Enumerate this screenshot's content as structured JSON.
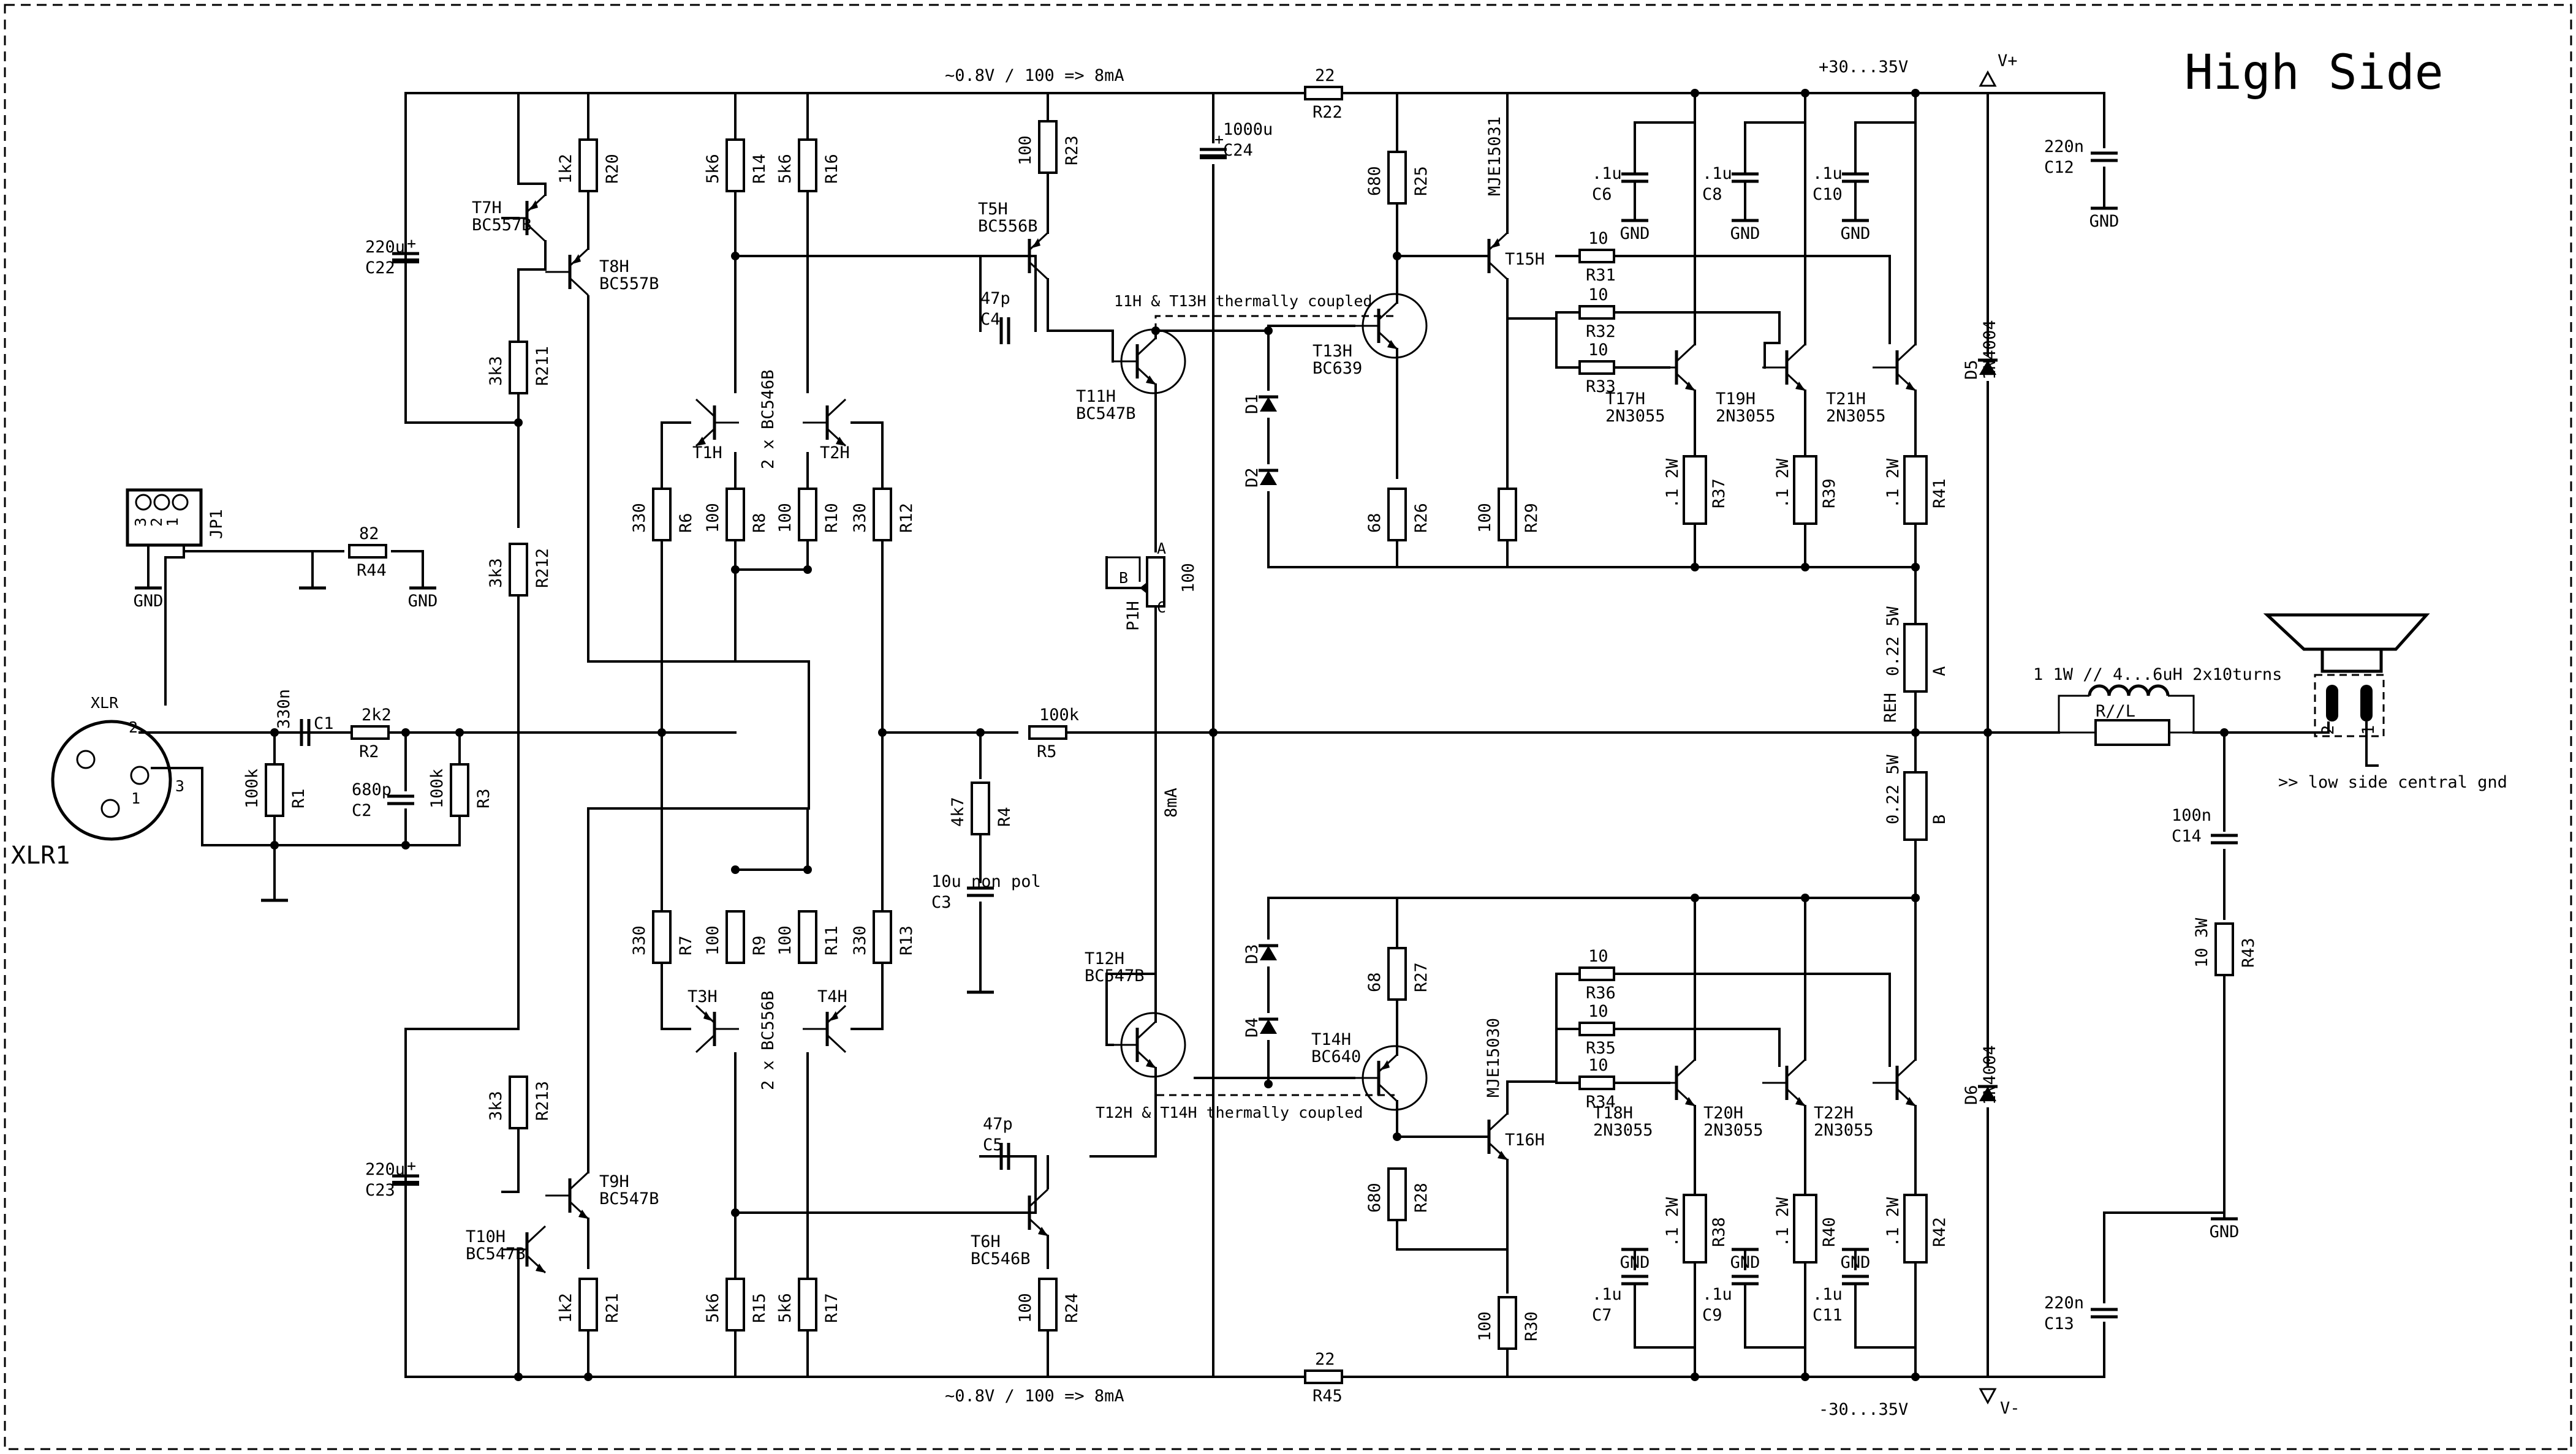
{
  "title": "High Side",
  "rails": {
    "vplus": "V+",
    "vminus": "V-",
    "vplus_value": "+30...35V",
    "vminus_value": "-30...35V",
    "top_current_note": "~0.8V / 100 => 8mA",
    "bottom_current_note": "~0.8V / 100 => 8mA"
  },
  "thermal_notes": {
    "top": "11H & T13H thermally coupled",
    "bottom": "T12H & T14H thermally coupled"
  },
  "current_label": "8mA",
  "output_note": ">> low side central gnd",
  "gnd": "GND",
  "connectors": {
    "xlr": {
      "ref": "XLR1",
      "label": "XLR",
      "pins": [
        "1",
        "2",
        "3"
      ]
    },
    "jp1": {
      "ref": "JP1",
      "pins": [
        "3",
        "2",
        "1"
      ]
    }
  },
  "speaker_pins": [
    "2",
    "1"
  ],
  "components": {
    "R1": {
      "ref": "R1",
      "value": "100k"
    },
    "R2": {
      "ref": "R2",
      "value": "2k2"
    },
    "R3": {
      "ref": "R3",
      "value": "100k"
    },
    "R4": {
      "ref": "R4",
      "value": "4k7"
    },
    "R5": {
      "ref": "R5",
      "value": "100k"
    },
    "R6": {
      "ref": "R6",
      "value": "330"
    },
    "R7": {
      "ref": "R7",
      "value": "330"
    },
    "R8": {
      "ref": "R8",
      "value": "100"
    },
    "R9": {
      "ref": "R9",
      "value": "100"
    },
    "R10": {
      "ref": "R10",
      "value": "100"
    },
    "R11": {
      "ref": "R11",
      "value": "100"
    },
    "R12": {
      "ref": "R12",
      "value": "330"
    },
    "R13": {
      "ref": "R13",
      "value": "330"
    },
    "R14": {
      "ref": "R14",
      "value": "5k6"
    },
    "R15": {
      "ref": "R15",
      "value": "5k6"
    },
    "R16": {
      "ref": "R16",
      "value": "5k6"
    },
    "R17": {
      "ref": "R17",
      "value": "5k6"
    },
    "R20": {
      "ref": "R20",
      "value": "1k2"
    },
    "R21": {
      "ref": "R21",
      "value": "1k2"
    },
    "R211": {
      "ref": "R211",
      "value": "3k3"
    },
    "R212": {
      "ref": "R212",
      "value": "3k3"
    },
    "R213": {
      "ref": "R213",
      "value": "3k3"
    },
    "R22": {
      "ref": "R22",
      "value": "22"
    },
    "R45": {
      "ref": "R45",
      "value": "22"
    },
    "R23": {
      "ref": "R23",
      "value": "100"
    },
    "R24": {
      "ref": "R24",
      "value": "100"
    },
    "R25": {
      "ref": "R25",
      "value": "680"
    },
    "R26": {
      "ref": "R26",
      "value": "68"
    },
    "R27": {
      "ref": "R27",
      "value": "68"
    },
    "R28": {
      "ref": "R28",
      "value": "680"
    },
    "R29": {
      "ref": "R29",
      "value": "100"
    },
    "R30": {
      "ref": "R30",
      "value": "100"
    },
    "R31": {
      "ref": "R31",
      "value": "10"
    },
    "R32": {
      "ref": "R32",
      "value": "10"
    },
    "R33": {
      "ref": "R33",
      "value": "10"
    },
    "R34": {
      "ref": "R34",
      "value": "10"
    },
    "R35": {
      "ref": "R35",
      "value": "10"
    },
    "R36": {
      "ref": "R36",
      "value": "10"
    },
    "R37": {
      "ref": "R37",
      "value": ".1 2W"
    },
    "R38": {
      "ref": "R38",
      "value": ".1 2W"
    },
    "R39": {
      "ref": "R39",
      "value": ".1 2W"
    },
    "R40": {
      "ref": "R40",
      "value": ".1 2W"
    },
    "R41": {
      "ref": "R41",
      "value": ".1 2W"
    },
    "R42": {
      "ref": "R42",
      "value": ".1 2W"
    },
    "R43": {
      "ref": "R43",
      "value": "10 3W"
    },
    "R44": {
      "ref": "R44",
      "value": "82"
    },
    "REH_A": {
      "ref": "A",
      "value": "0.22 5W"
    },
    "REH_B": {
      "ref": "B",
      "value": "0.22 5W"
    },
    "REH": {
      "ref": "REH"
    },
    "RL": {
      "ref": "R//L",
      "value": "1 1W // 4...6uH 2x10turns"
    },
    "C1": {
      "ref": "C1",
      "value": "330n"
    },
    "C2": {
      "ref": "C2",
      "value": "680p"
    },
    "C3": {
      "ref": "C3",
      "value": "10u non pol"
    },
    "C4": {
      "ref": "C4",
      "value": "47p"
    },
    "C5": {
      "ref": "C5",
      "value": "47p"
    },
    "C6": {
      "ref": "C6",
      "value": ".1u"
    },
    "C7": {
      "ref": "C7",
      "value": ".1u"
    },
    "C8": {
      "ref": "C8",
      "value": ".1u"
    },
    "C9": {
      "ref": "C9",
      "value": ".1u"
    },
    "C10": {
      "ref": "C10",
      "value": ".1u"
    },
    "C11": {
      "ref": "C11",
      "value": ".1u"
    },
    "C12": {
      "ref": "C12",
      "value": "220n"
    },
    "C13": {
      "ref": "C13",
      "value": "220n"
    },
    "C14": {
      "ref": "C14",
      "value": "100n"
    },
    "C22": {
      "ref": "C22",
      "value": "220u"
    },
    "C23": {
      "ref": "C23",
      "value": "220u"
    },
    "C24": {
      "ref": "C24",
      "value": "1000u"
    },
    "P1H": {
      "ref": "P1H",
      "value": "100"
    },
    "D1": {
      "ref": "D1"
    },
    "D2": {
      "ref": "D2"
    },
    "D3": {
      "ref": "D3"
    },
    "D4": {
      "ref": "D4"
    },
    "D5": {
      "ref": "D5",
      "value": "1N4004"
    },
    "D6": {
      "ref": "D6",
      "value": "1N4004"
    },
    "diff_top": {
      "value": "2 x BC546B"
    },
    "diff_bot": {
      "value": "2 x BC556B"
    },
    "T1H": {
      "ref": "T1H"
    },
    "T2H": {
      "ref": "T2H"
    },
    "T3H": {
      "ref": "T3H"
    },
    "T4H": {
      "ref": "T4H"
    },
    "T5H": {
      "ref": "T5H",
      "value": "BC556B"
    },
    "T6H": {
      "ref": "T6H",
      "value": "BC546B"
    },
    "T7H": {
      "ref": "T7H",
      "value": "BC557B"
    },
    "T8H": {
      "ref": "T8H",
      "value": "BC557B"
    },
    "T9H": {
      "ref": "T9H",
      "value": "BC547B"
    },
    "T10H": {
      "ref": "T10H",
      "value": "BC547B"
    },
    "T11H": {
      "ref": "T11H",
      "value": "BC547B"
    },
    "T12H": {
      "ref": "T12H",
      "value": "BC547B"
    },
    "T13H": {
      "ref": "T13H",
      "value": "BC639"
    },
    "T14H": {
      "ref": "T14H",
      "value": "BC640"
    },
    "T15H": {
      "ref": "T15H",
      "value": "MJE15031"
    },
    "T16H": {
      "ref": "T16H",
      "value": "MJE15030"
    },
    "T17H": {
      "ref": "T17H",
      "value": "2N3055"
    },
    "T18H": {
      "ref": "T18H",
      "value": "2N3055"
    },
    "T19H": {
      "ref": "T19H",
      "value": "2N3055"
    },
    "T20H": {
      "ref": "T20H",
      "value": "2N3055"
    },
    "T21H": {
      "ref": "T21H",
      "value": "2N3055"
    },
    "T22H": {
      "ref": "T22H",
      "value": "2N3055"
    }
  }
}
